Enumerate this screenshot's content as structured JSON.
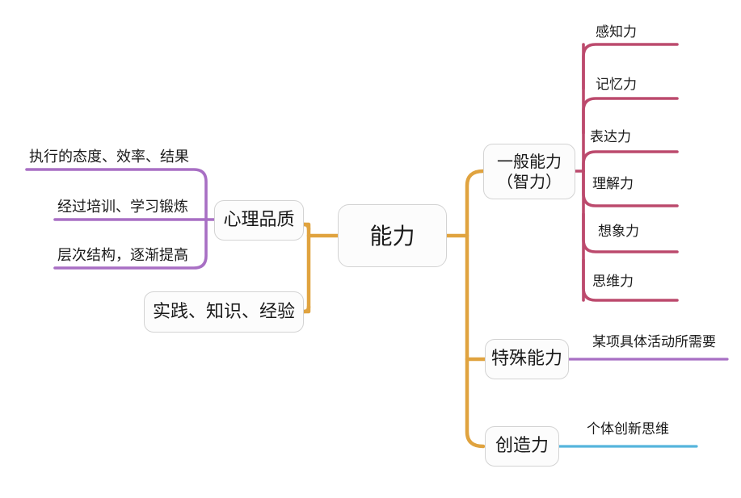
{
  "diagram": {
    "title": "能力",
    "type": "mind-map",
    "colors": {
      "orange": "#e0a33f",
      "purple": "#a86fc4",
      "pink": "#bc4a6d",
      "blue": "#56b5dc",
      "node_border": "#d3d3d3",
      "node_fill": "#fcfcfc",
      "text": "#1a1a1a"
    },
    "center": {
      "label": "能力"
    },
    "left_branch": {
      "nodes": [
        {
          "label": "心理品质"
        },
        {
          "label": "实践、知识、经验"
        }
      ],
      "psychological_children": [
        {
          "label": "执行的态度、效率、结果"
        },
        {
          "label": "经过培训、学习锻炼"
        },
        {
          "label": "层次结构，逐渐提高"
        }
      ]
    },
    "right_branch": {
      "nodes": [
        {
          "label": "一般能力\n（智力）"
        },
        {
          "label": "特殊能力"
        },
        {
          "label": "创造力"
        }
      ],
      "general_children": [
        {
          "label": "感知力"
        },
        {
          "label": "记忆力"
        },
        {
          "label": "表达力"
        },
        {
          "label": "理解力"
        },
        {
          "label": "想象力"
        },
        {
          "label": "思维力"
        }
      ],
      "special_children": [
        {
          "label": "某项具体活动所需要"
        }
      ],
      "creativity_children": [
        {
          "label": "个体创新思维"
        }
      ]
    }
  }
}
